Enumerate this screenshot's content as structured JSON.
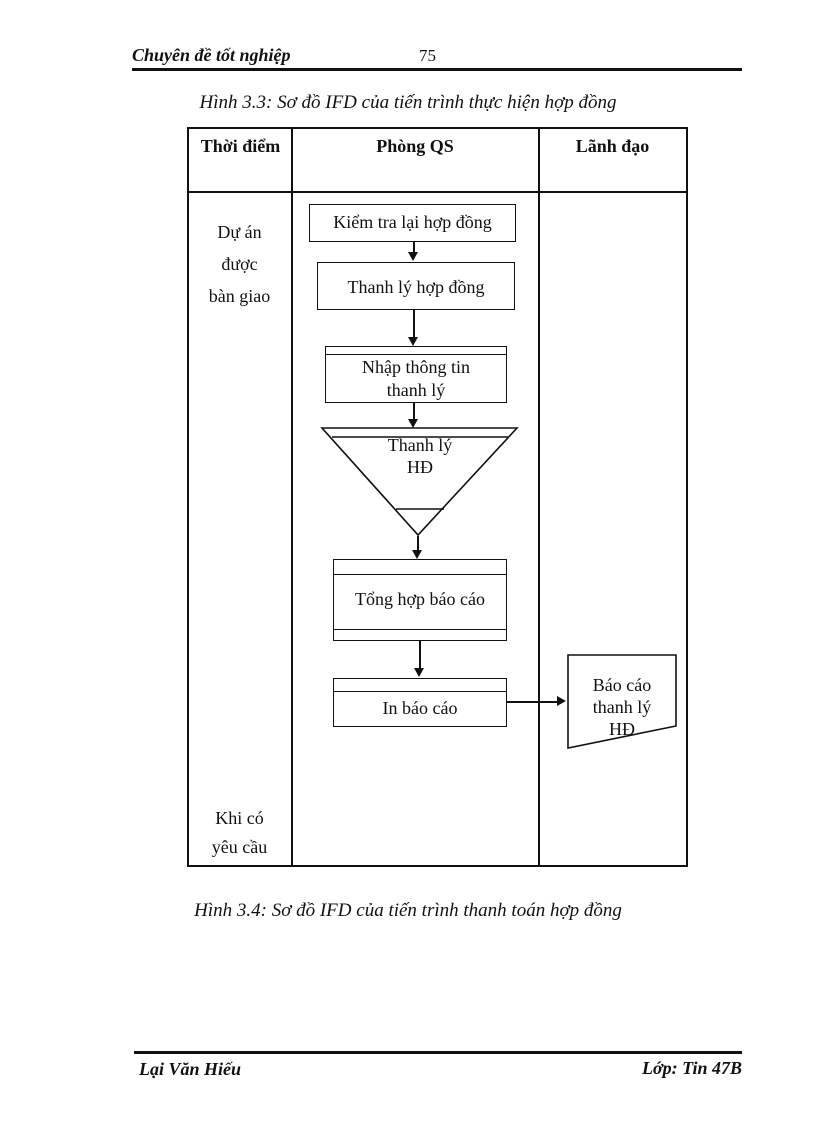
{
  "header": {
    "title": "Chuyên đề tốt nghiệp",
    "page_number": "75"
  },
  "captions": {
    "fig_3_3": "Hình 3.3: Sơ đồ IFD của tiến trình thực hiện hợp đồng",
    "fig_3_4": "Hình 3.4: Sơ đồ IFD của tiến trình thanh toán hợp đồng"
  },
  "table": {
    "columns": [
      "Thời điểm",
      "Phòng QS",
      "Lãnh đạo"
    ]
  },
  "timeline": {
    "top": {
      "lines": [
        "Dự án",
        "được",
        "bàn giao"
      ]
    },
    "bottom": {
      "lines": [
        "Khi có",
        "yêu cầu"
      ]
    }
  },
  "flow": {
    "box_check": "Kiểm tra lại hợp đồng",
    "box_liquidate": "Thanh lý hợp đồng",
    "box_input": {
      "lines": [
        "Nhập thông tin",
        "thanh lý"
      ]
    },
    "store": {
      "lines": [
        "Thanh lý",
        "HĐ"
      ]
    },
    "box_report": "Tổng hợp báo cáo",
    "box_print": "In báo cáo",
    "doc": {
      "lines": [
        "Báo cáo",
        "thanh lý",
        "HĐ"
      ]
    }
  },
  "footer": {
    "author": "Lại Văn Hiếu",
    "class_label": "Lớp: Tin 47B"
  },
  "colors": {
    "ink": "#111111",
    "paper": "#ffffff"
  }
}
